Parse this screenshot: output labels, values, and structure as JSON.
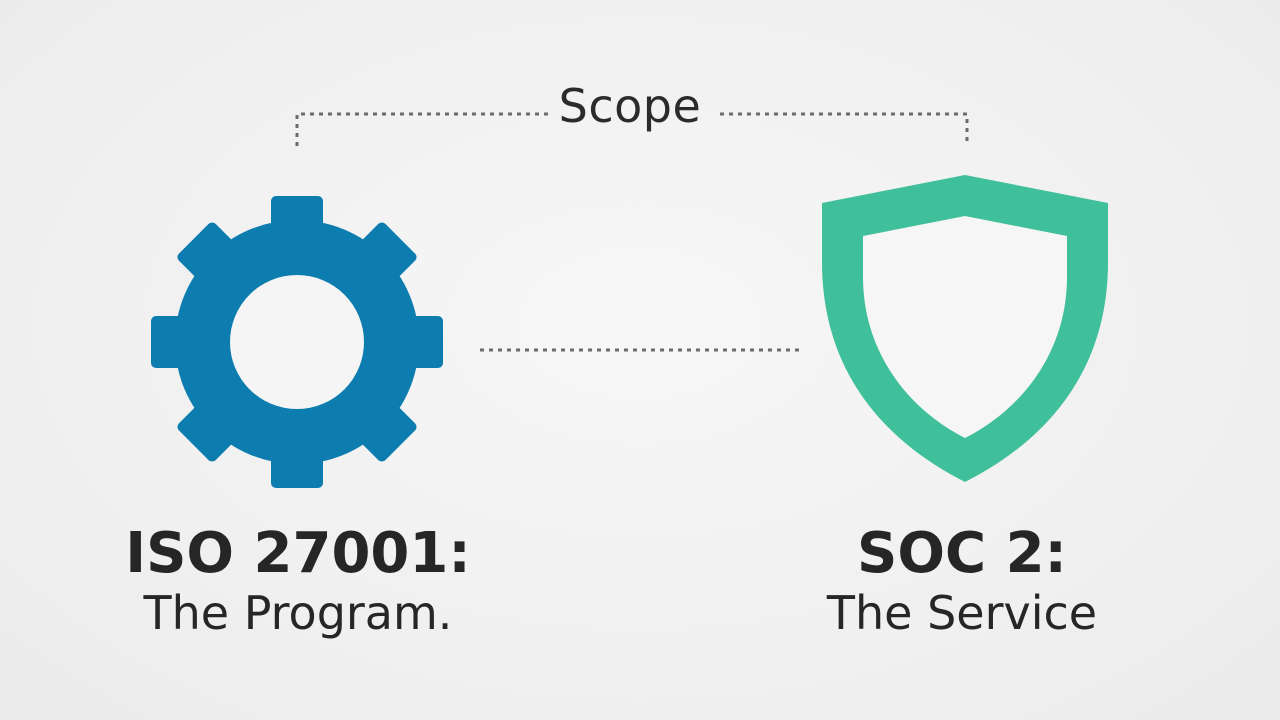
{
  "diagram": {
    "scope_label": "Scope",
    "left": {
      "icon": "gear-icon",
      "color": "#0d7db0",
      "title": "ISO 27001:",
      "subtitle": "The Program."
    },
    "right": {
      "icon": "shield-icon",
      "color": "#3fbf9a",
      "title": "SOC 2:",
      "subtitle": "The Service"
    },
    "connector_color": "#6b6b6b"
  }
}
